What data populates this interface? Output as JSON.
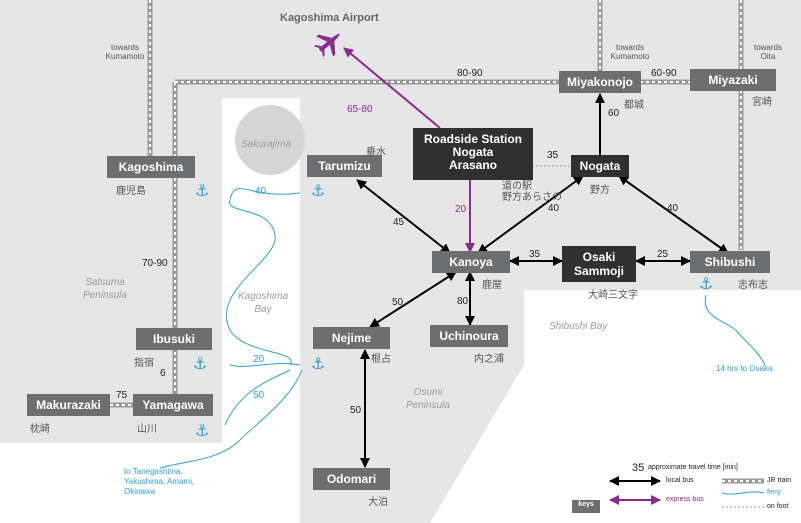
{
  "airport": {
    "label": "Kagoshima Airport",
    "icon": "plane-icon"
  },
  "stations": {
    "kagoshima": {
      "name": "Kagoshima",
      "jp": "鹿児島"
    },
    "tarumizu": {
      "name": "Tarumizu",
      "jp": "垂水"
    },
    "roadside": {
      "name_lines": [
        "Roadside Station",
        "Nogata",
        "Arasano"
      ],
      "jp_lines": [
        "道の駅",
        "野方あらさの"
      ]
    },
    "nogata": {
      "name": "Nogata",
      "jp": "野方"
    },
    "miyakonojo": {
      "name": "Miyakonojo",
      "jp": "都城"
    },
    "miyazaki": {
      "name": "Miyazaki",
      "jp": "宮崎"
    },
    "kanoya": {
      "name": "Kanoya",
      "jp": "鹿屋"
    },
    "osaki": {
      "name_lines": [
        "Osaki",
        "Sammoji"
      ],
      "jp": "大崎三文字"
    },
    "shibushi": {
      "name": "Shibushi",
      "jp": "志布志"
    },
    "uchinoura": {
      "name": "Uchinoura",
      "jp": "内之浦"
    },
    "nejime": {
      "name": "Nejime",
      "jp": "根占"
    },
    "ibusuki": {
      "name": "Ibusuki",
      "jp": "指宿"
    },
    "yamagawa": {
      "name": "Yamagawa",
      "jp": "山川"
    },
    "makurazaki": {
      "name": "Makurazaki",
      "jp": "枕崎"
    },
    "odomari": {
      "name": "Odomari",
      "jp": "大泊"
    }
  },
  "areas": {
    "sakurajima": "Sakurajima",
    "kagoshima_bay": [
      "Kagoshima",
      "Bay"
    ],
    "satsuma": [
      "Satsuma",
      "Peninsula"
    ],
    "osumi": [
      "Osumi",
      "Peninsula"
    ],
    "shibushi_bay": "Shibushi Bay"
  },
  "notes": {
    "towards_kumamoto_left": [
      "towards",
      "Kumamoto"
    ],
    "towards_kumamoto_right": [
      "towards",
      "Kumamoto"
    ],
    "towards_oita": [
      "towards",
      "Oita"
    ],
    "to_osaka": "14 hrs to Osaka",
    "to_tanegashima": [
      "to Tanegashima,",
      "Yakushima, Amami,",
      "Okinawa"
    ]
  },
  "times": {
    "rail_kagoshima_miyakonojo": "80-90",
    "rail_miyakonojo_miyazaki": "60-90",
    "rail_kagoshima_ibusuki": "70-90",
    "rail_ibusuki_yamagawa": "6",
    "rail_makurazaki_yamagawa": "75",
    "express_airport": "65-80",
    "express_roadside_kanoya": "20",
    "foot_roadside_nogata": "35",
    "bus_miyakonojo_nogata": "60",
    "bus_nogata_kanoya": "40",
    "bus_nogata_shibushi": "40",
    "bus_tarumizu_kanoya": "45",
    "bus_kanoya_osaki": "35",
    "bus_osaki_shibushi": "25",
    "bus_nejime_kanoya": "50",
    "bus_kanoya_uchinoura": "80",
    "bus_nejime_odomari": "50",
    "ferry_kagoshima_tarumizu": "40",
    "ferry_ibusuki_nejime": "20",
    "ferry_yamagawa_nejime": "50"
  },
  "legend": {
    "sample": "35",
    "time": "approximate travel time [min]",
    "local_bus": "local bus",
    "express_bus": "express bus",
    "jr_train": "JR train",
    "ferry": "ferry",
    "on_foot": "on foot",
    "keys": "keys"
  },
  "colors": {
    "station": "#6d6e70",
    "station_dark": "#303030",
    "land": "#e6e6e6",
    "express": "#8a2a8c",
    "ferry": "#2aa0d6",
    "bus": "#000000"
  }
}
